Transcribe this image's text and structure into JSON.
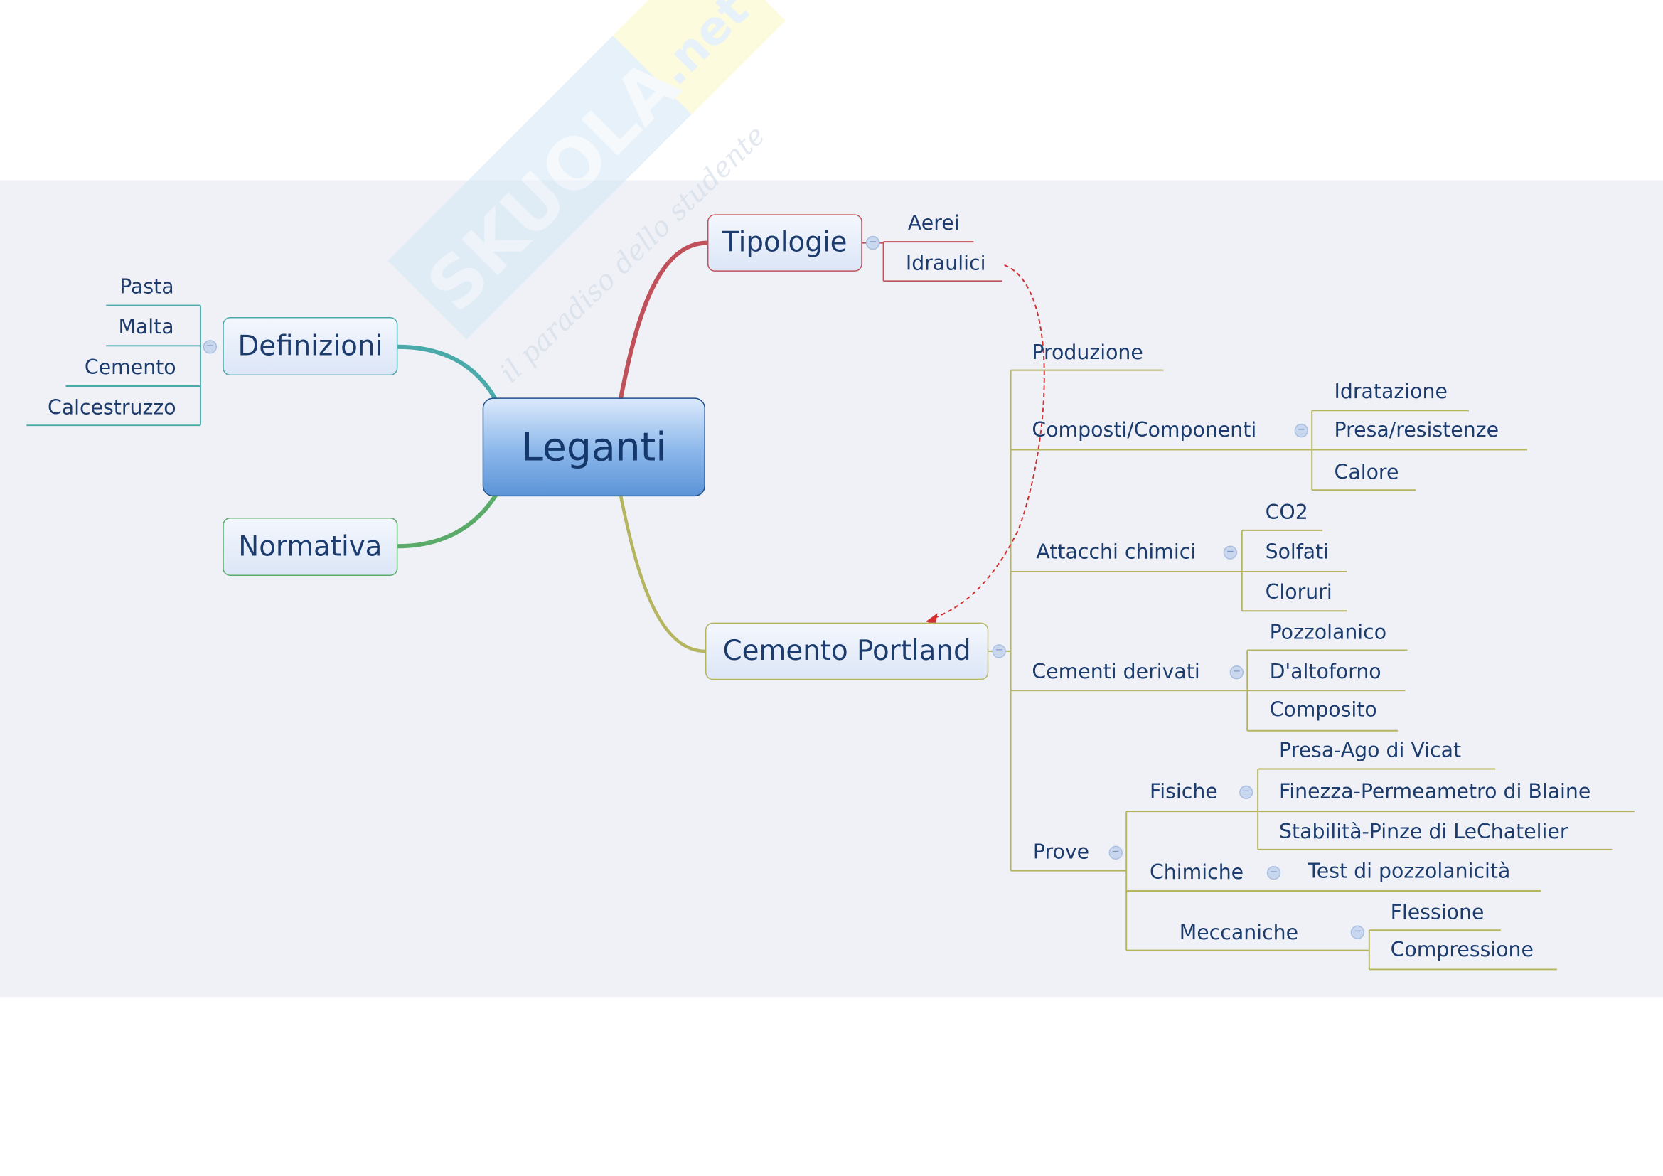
{
  "central": "Leganti",
  "watermark": {
    "brand": "SKUOLA",
    "tld": ".net",
    "tagline": "il paradiso dello studente"
  },
  "definizioni": {
    "label": "Definizioni",
    "children": [
      "Pasta",
      "Malta",
      "Cemento",
      "Calcestruzzo"
    ]
  },
  "normativa": {
    "label": "Normativa"
  },
  "tipologie": {
    "label": "Tipologie",
    "children": [
      "Aerei",
      "Idraulici"
    ]
  },
  "portland": {
    "label": "Cemento Portland",
    "produzione": "Produzione",
    "composti": {
      "label": "Composti/Componenti",
      "children": [
        "Idratazione",
        "Presa/resistenze",
        "Calore"
      ]
    },
    "attacchi": {
      "label": "Attacchi chimici",
      "children": [
        "CO2",
        "Solfati",
        "Cloruri"
      ]
    },
    "derivati": {
      "label": "Cementi derivati",
      "children": [
        "Pozzolanico",
        "D'altoforno",
        "Composito"
      ]
    },
    "prove": {
      "label": "Prove",
      "fisiche": {
        "label": "Fisiche",
        "children": [
          "Presa-Ago di Vicat",
          "Finezza-Permeametro di Blaine",
          "Stabilità-Pinze di LeChatelier"
        ]
      },
      "chimiche": {
        "label": "Chimiche",
        "children": [
          "Test di pozzolanicità"
        ]
      },
      "meccaniche": {
        "label": "Meccaniche",
        "children": [
          "Flessione",
          "Compressione"
        ]
      }
    }
  },
  "colors": {
    "definizioni": "#4aa9a9",
    "normativa": "#5aab6a",
    "tipologie": "#c0505a",
    "portland": "#b5b560",
    "relationship": "#d23030"
  }
}
